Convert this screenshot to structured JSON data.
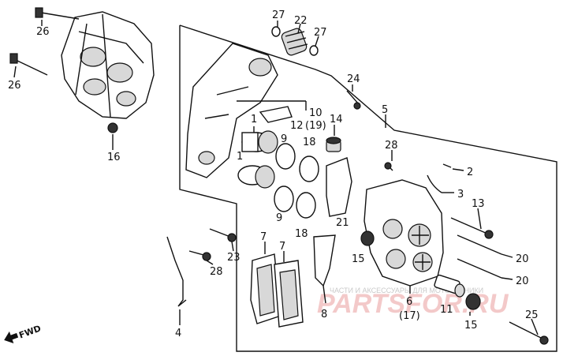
{
  "callouts": {
    "c26a": "26",
    "c26b": "26",
    "c16": "16",
    "c27a": "27",
    "c22": "22",
    "c27b": "27",
    "c24": "24",
    "c5": "5",
    "c10": "10",
    "c19": "(19)",
    "c12": "12",
    "c14": "14",
    "c1a": "1",
    "c9a": "9",
    "c18a": "18",
    "c1b": "1",
    "c28a": "28",
    "c2": "2",
    "c3": "3",
    "c9b": "9",
    "c18b": "18",
    "c21": "21",
    "c13": "13",
    "c7a": "7",
    "c7b": "7",
    "c23": "23",
    "c28b": "28",
    "c15a": "15",
    "c20a": "20",
    "c20b": "20",
    "c6": "6",
    "c17": "(17)",
    "c11": "11",
    "c8": "8",
    "c15b": "15",
    "c25": "25",
    "c4": "4"
  },
  "fwd": "FWD",
  "watermark": {
    "caption": "ЧАСТИ И АКСЕССУАРЫ ДЛЯ МОТОТЕХНИКИ",
    "logo": "PARTSFOR.RU"
  }
}
